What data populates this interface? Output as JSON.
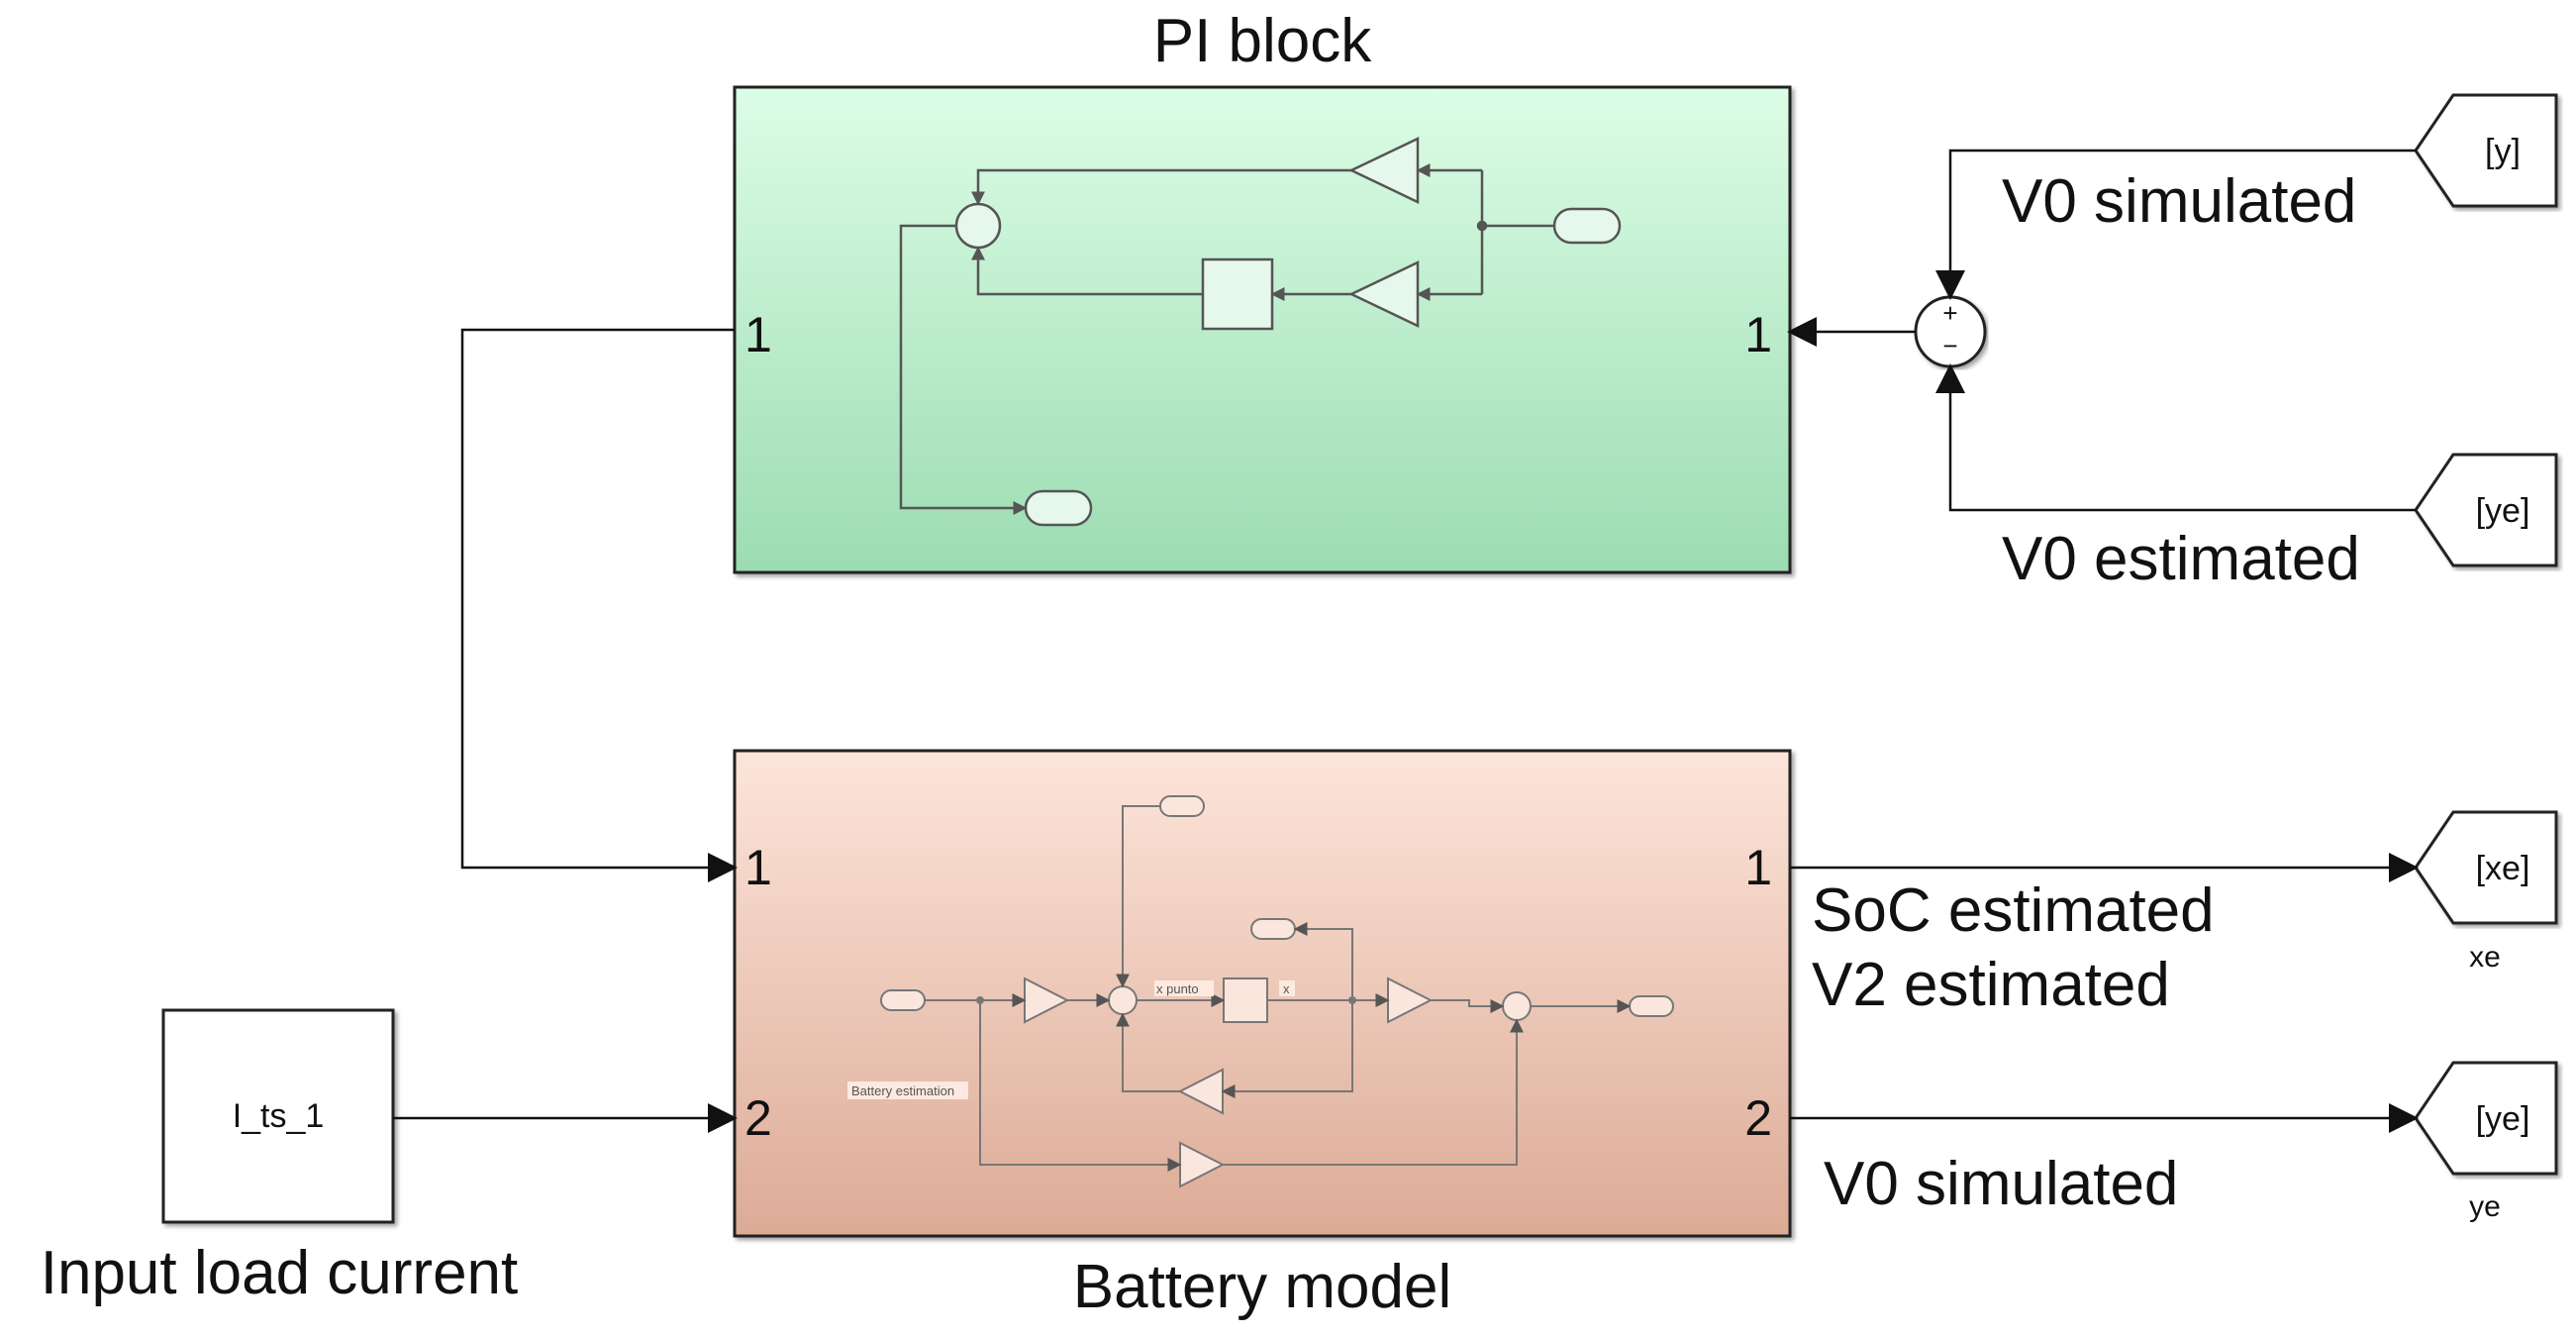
{
  "pi_block": {
    "title": "PI block",
    "in_port": "1",
    "out_port": "1"
  },
  "battery_model": {
    "title": "Battery model",
    "in_port_1": "1",
    "in_port_2": "2",
    "out_port_1": "1",
    "out_port_2": "2",
    "inner_labels": {
      "x_punto": "x punto",
      "x": "x",
      "battery_estimation": "Battery estimation"
    }
  },
  "input_block": {
    "label": "I_ts_1",
    "caption": "Input load current"
  },
  "sum_block": {
    "plus": "+",
    "minus": "−"
  },
  "goto_from_tags": {
    "y_from": "[y]",
    "ye_from": "[ye]",
    "xe_goto": "[xe]",
    "ye_goto": "[ye]",
    "xe_caption": "xe",
    "ye_caption": "ye"
  },
  "signal_labels": {
    "v0_simulated_top": "V0 simulated",
    "v0_estimated": "V0 estimated",
    "soc_estimated": "SoC estimated",
    "v2_estimated": "V2 estimated",
    "v0_simulated_bottom": "V0 simulated"
  },
  "colors": {
    "pi_top": "#dcfde6",
    "pi_bottom": "#9cdcb2",
    "bat_top": "#fde5da",
    "bat_bottom": "#dcab96"
  }
}
